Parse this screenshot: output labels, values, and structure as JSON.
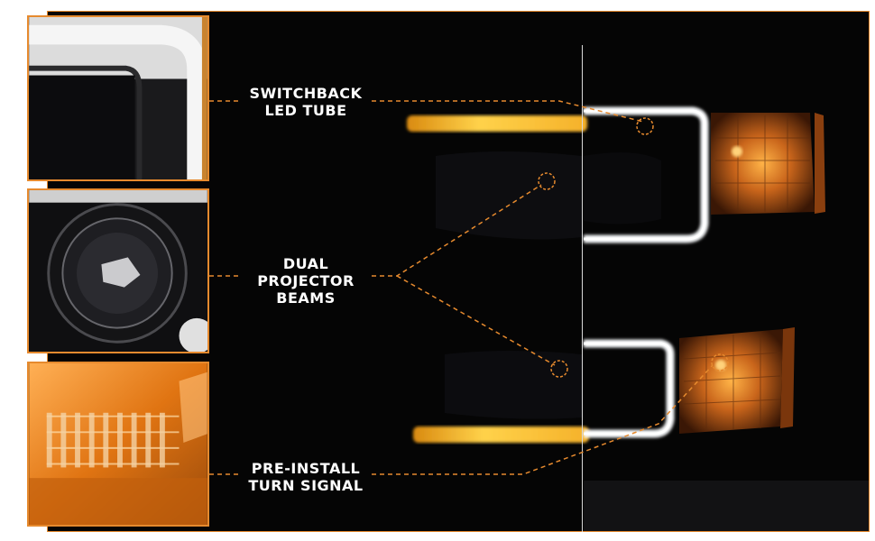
{
  "callouts": [
    {
      "line1": "SWITCHBACK",
      "line2": "LED TUBE"
    },
    {
      "line1": "DUAL",
      "line2": "PROJECTOR",
      "line3": "BEAMS"
    },
    {
      "line1": "PRE-INSTALL",
      "line2": "TURN SIGNAL"
    }
  ],
  "colors": {
    "accent": "#e68a2e",
    "drl_amber": "#f2b21c",
    "led_white": "#f4f6f8",
    "background": "#050505"
  }
}
